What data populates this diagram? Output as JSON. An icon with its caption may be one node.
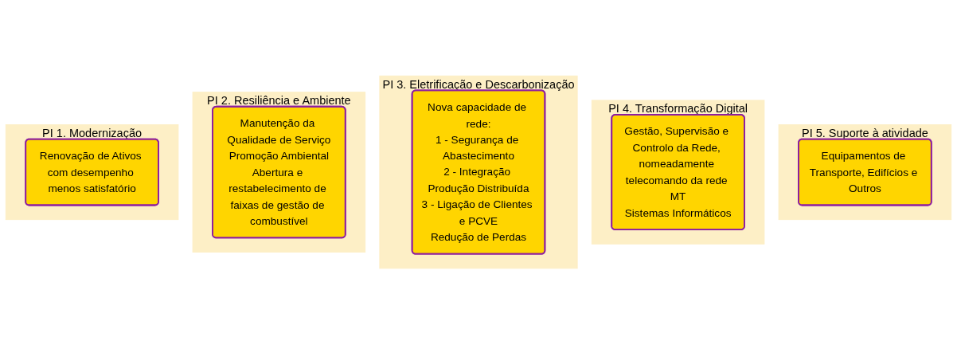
{
  "diagram": {
    "nodes": [
      {
        "text": [
          "PI 1. Modernização"
        ]
      },
      {
        "text": [
          "Renovação de Ativos com desempenho menos satisfatório"
        ],
        "in": 0
      },
      {
        "text": [
          "PI 2. Resiliência e Ambiente"
        ]
      },
      {
        "text": [
          "Manutenção da Qualidade de Serviço",
          "Promoção Ambiental",
          "Abertura e restabelecimento de faixas de gestão de combustível"
        ],
        "in": 2
      },
      {
        "text": [
          "PI 3. Eletrificação e Descarbonização"
        ]
      },
      {
        "text": [
          "Nova capacidade de rede:",
          "1 - Segurança de Abastecimento",
          "2 - Integração Produção Distribuída",
          "3 - Ligação de Clientes e PCVE",
          "Redução de Perdas"
        ],
        "in": 4
      },
      {
        "text": [
          "PI 4. Transformação Digital"
        ]
      },
      {
        "text": [
          "Gestão, Supervisão e Controlo da Rede, nomeadamente telecomando da rede MT",
          "Sistemas Informáticos"
        ],
        "in": 6
      },
      {
        "text": [
          "PI 5. Suporte à atividade"
        ]
      },
      {
        "text": [
          "Equipamentos de Transporte, Edifícios e Outros"
        ],
        "in": 8
      }
    ],
    "edges": []
  }
}
